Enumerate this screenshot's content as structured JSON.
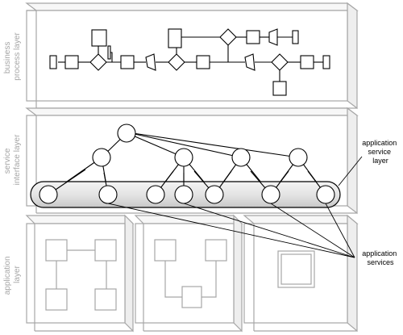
{
  "layers": {
    "business": {
      "label_line1": "business",
      "label_line2": "process layer"
    },
    "service": {
      "label_line1": "service",
      "label_line2": "interface layer"
    },
    "application": {
      "label_line1": "application",
      "label_line2": "layer"
    }
  },
  "callouts": {
    "application_service_layer": [
      "application",
      "service",
      "layer"
    ],
    "application_services": [
      "application",
      "services"
    ]
  },
  "colors": {
    "box_stroke": "#a6a6a6",
    "box_face": "#f4f4f4",
    "diagram_stroke": "#000000",
    "band_light": "#f4f4f4",
    "band_dark": "#c8c8c8"
  }
}
